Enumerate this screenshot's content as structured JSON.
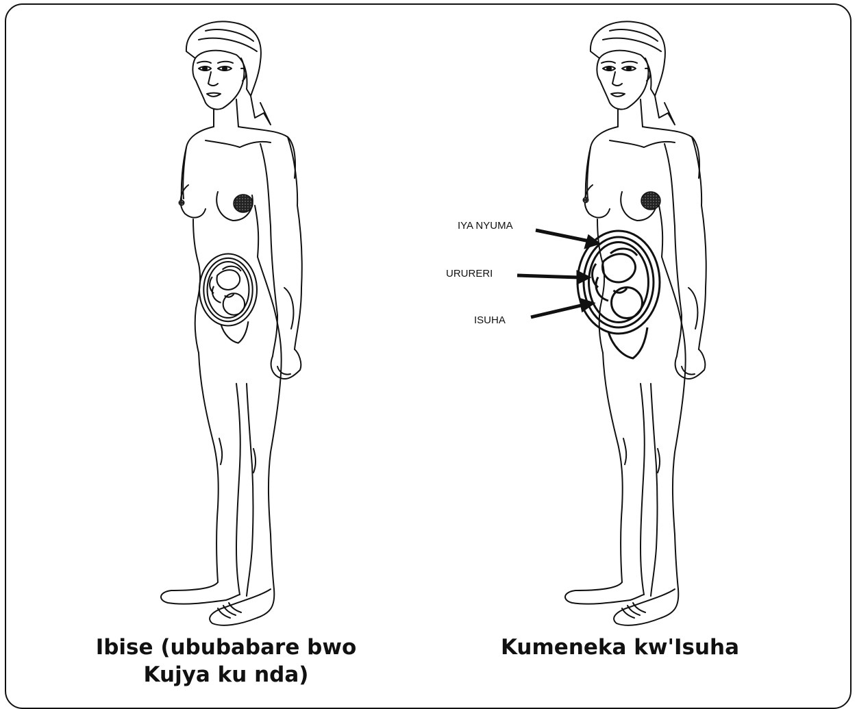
{
  "figure": {
    "left": {
      "caption_line1": "Ibise (ububabare bwo",
      "caption_line2": "Kujya ku nda)"
    },
    "right": {
      "caption": "Kumeneka kw'Isuha",
      "labels": [
        {
          "id": "placenta",
          "text": "IYA NYUMA"
        },
        {
          "id": "cord",
          "text": "URURERI"
        },
        {
          "id": "bag-of-waters",
          "text": "ISUHA"
        }
      ]
    }
  }
}
